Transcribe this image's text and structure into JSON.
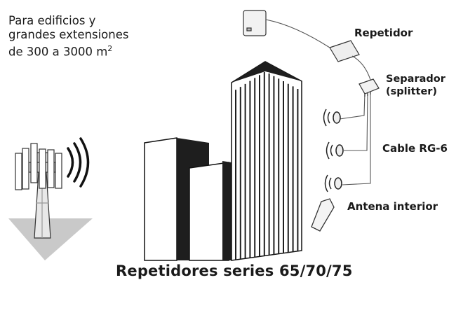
{
  "intro": {
    "line1": "Para edificios y",
    "line2": "grandes extensiones",
    "line3": "de 300 a 3000 m",
    "line3_sup": "2"
  },
  "labels": {
    "repetidor": "Repetidor",
    "separador": "Separador",
    "splitter": "(splitter)",
    "cable": "Cable RG-6",
    "antena": "Antena interior"
  },
  "caption": "Repetidores series 65/70/75",
  "icons": [
    "cell-tower-icon",
    "signal-waves-icon",
    "outdoor-antenna-icon",
    "repeater-icon",
    "splitter-icon",
    "indoor-antenna-icon",
    "buildings-icon"
  ],
  "colors": {
    "ink": "#1a1a1a",
    "ground": "#c8c8c8",
    "building_shade": "#222222"
  }
}
